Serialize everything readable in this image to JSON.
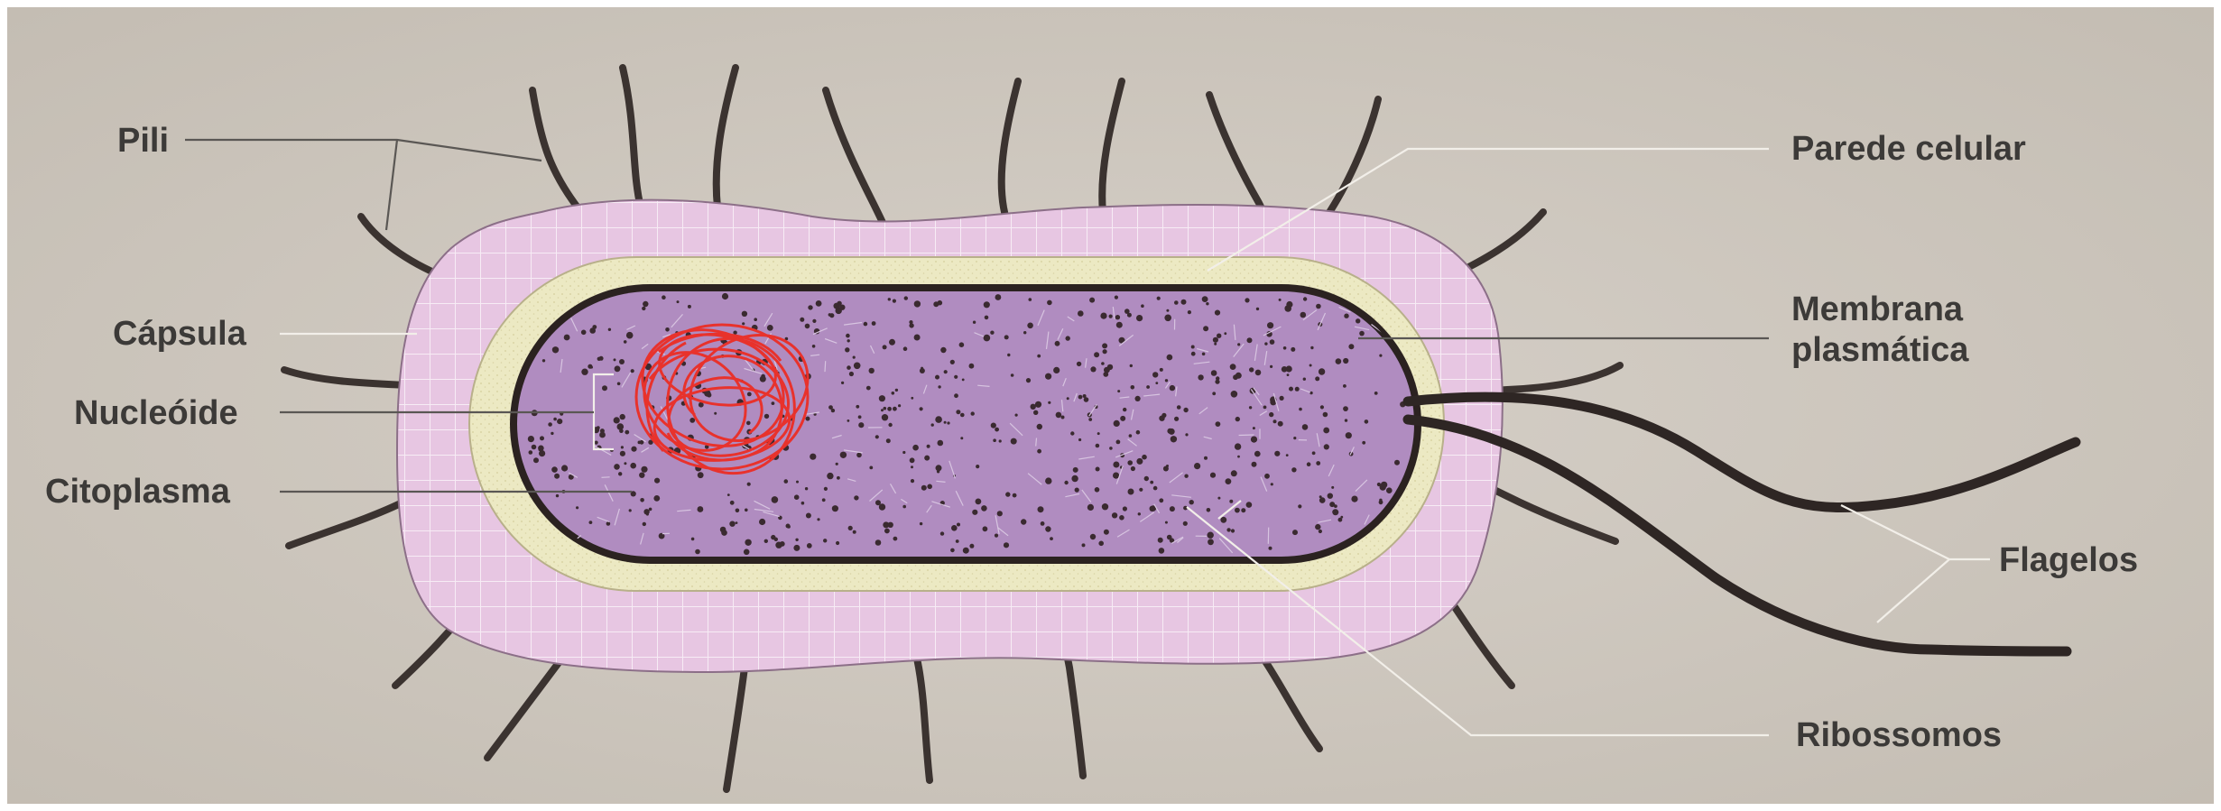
{
  "labels": {
    "pili": "Pili",
    "capsula": "Cápsula",
    "nucleoide": "Nucleóide",
    "citoplasma": "Citoplasma",
    "parede_celular": "Parede celular",
    "membrana_line1": "Membrana",
    "membrana_line2": "plasmática",
    "flagelos": "Flagelos",
    "ribossomos": "Ribossomos"
  },
  "colors": {
    "background": "#cfc8bf",
    "capsule": "#e7c6e2",
    "capsule_grid": "#f6eaf4",
    "cell_wall": "#ece9c3",
    "membrane": "#2b2220",
    "cytoplasm": "#b08cc0",
    "nucleoid": "#e8322c",
    "ribosome": "#3a2a30"
  },
  "icons": {
    "cell": "bacterium-diagram"
  }
}
